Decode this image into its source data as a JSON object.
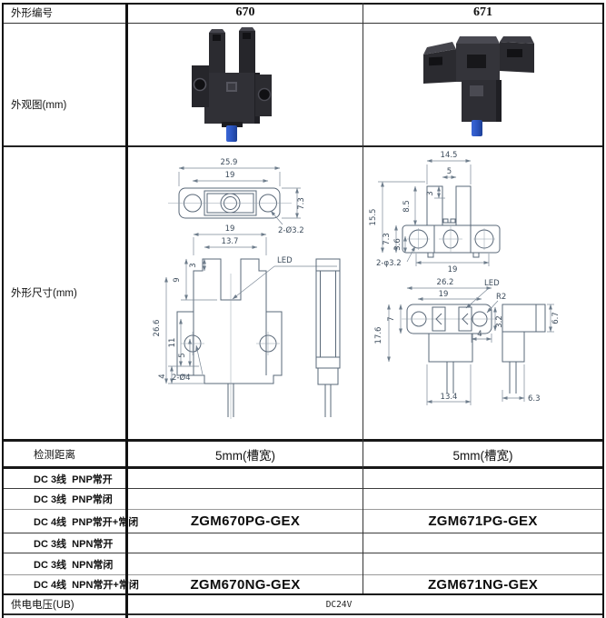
{
  "table": {
    "header": {
      "label": "外形编号",
      "m670": "670",
      "m671": "671"
    },
    "rows": {
      "appearance_label": "外观图(mm)",
      "dimensions_label": "外形尺寸(mm)",
      "detection_label": "检测距离",
      "detection_670": "5mm(槽宽)",
      "detection_671": "5mm(槽宽)",
      "wiring_rows": [
        {
          "label": "DC 3线  PNP常开",
          "c670": "",
          "c671": ""
        },
        {
          "label": "DC 3线  PNP常闭",
          "c670": "",
          "c671": ""
        },
        {
          "label": "DC 4线  PNP常开+常闭",
          "c670": "ZGM670PG-GEX",
          "c671": "ZGM671PG-GEX"
        },
        {
          "label": "DC 3线  NPN常开",
          "c670": "",
          "c671": ""
        },
        {
          "label": "DC 3线  NPN常闭",
          "c670": "",
          "c671": ""
        },
        {
          "label": "DC 4线  NPN常开+常闭",
          "c670": "ZGM670NG-GEX",
          "c671": "ZGM671NG-GEX"
        }
      ],
      "power_label": "供电电压(UB)",
      "power_value": "DC24V"
    }
  },
  "drawings": {
    "m670": {
      "top_width": "25.9",
      "top_inner": "19",
      "top_height": "7.3",
      "top_holes": "2-Ø3.2",
      "front_width": "19",
      "front_inner": "13.7",
      "notch": "3",
      "slot_depth": "9",
      "total_height": "26.6",
      "hole_offset": "11",
      "hole_offset2": "5",
      "base": "4",
      "front_holes": "2-Ø4",
      "led": "LED"
    },
    "m671": {
      "front_top_width": "14.5",
      "slot_width": "5",
      "notch": "3",
      "prong_height": "8.5",
      "total_height": "15.5",
      "flange_height": "7.3",
      "hole_offset": "3.6",
      "holes": "2-φ3.2",
      "front_width": "19",
      "top_width": "26.2",
      "top_inner": "19",
      "led": "LED",
      "corner_r": "R2",
      "top_height": "7",
      "top_total": "17.6",
      "window": "3.2",
      "offset4": "4",
      "bottom_width": "13.4",
      "side_height": "6.7",
      "side_width": "6.3"
    }
  },
  "colors": {
    "table_border": "#1a1a1a",
    "drawing_line": "#5a6878",
    "cable_blue": "#2b55c0",
    "sensor_body": "#2b2b30"
  }
}
